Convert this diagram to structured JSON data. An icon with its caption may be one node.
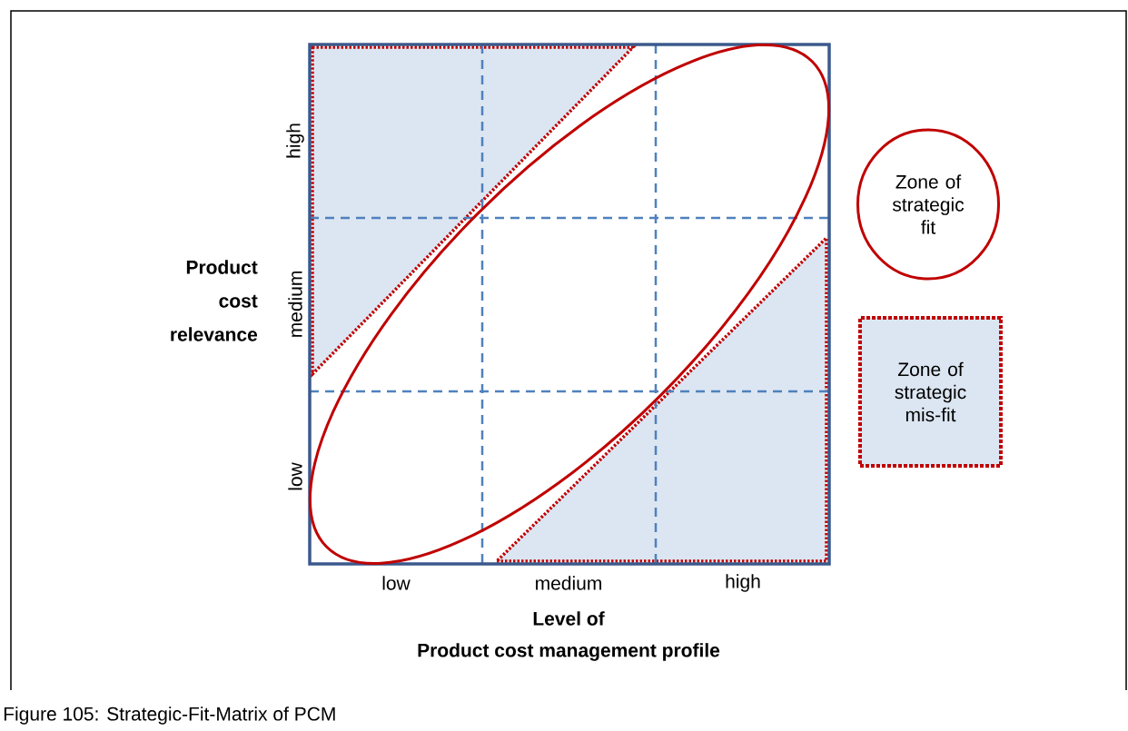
{
  "diagram": {
    "caption": "Figure 105: Strategic-Fit-Matrix of PCM",
    "nodes": [
      {
        "text": [
          "Zone of strategic fit"
        ]
      },
      {
        "text": [
          "Zone of strategic mis-fit"
        ]
      }
    ],
    "labels": [
      "high",
      "medium",
      "low",
      "Product cost relevance",
      "low",
      "medium",
      "high",
      "Level of",
      "Product cost management profile"
    ]
  }
}
